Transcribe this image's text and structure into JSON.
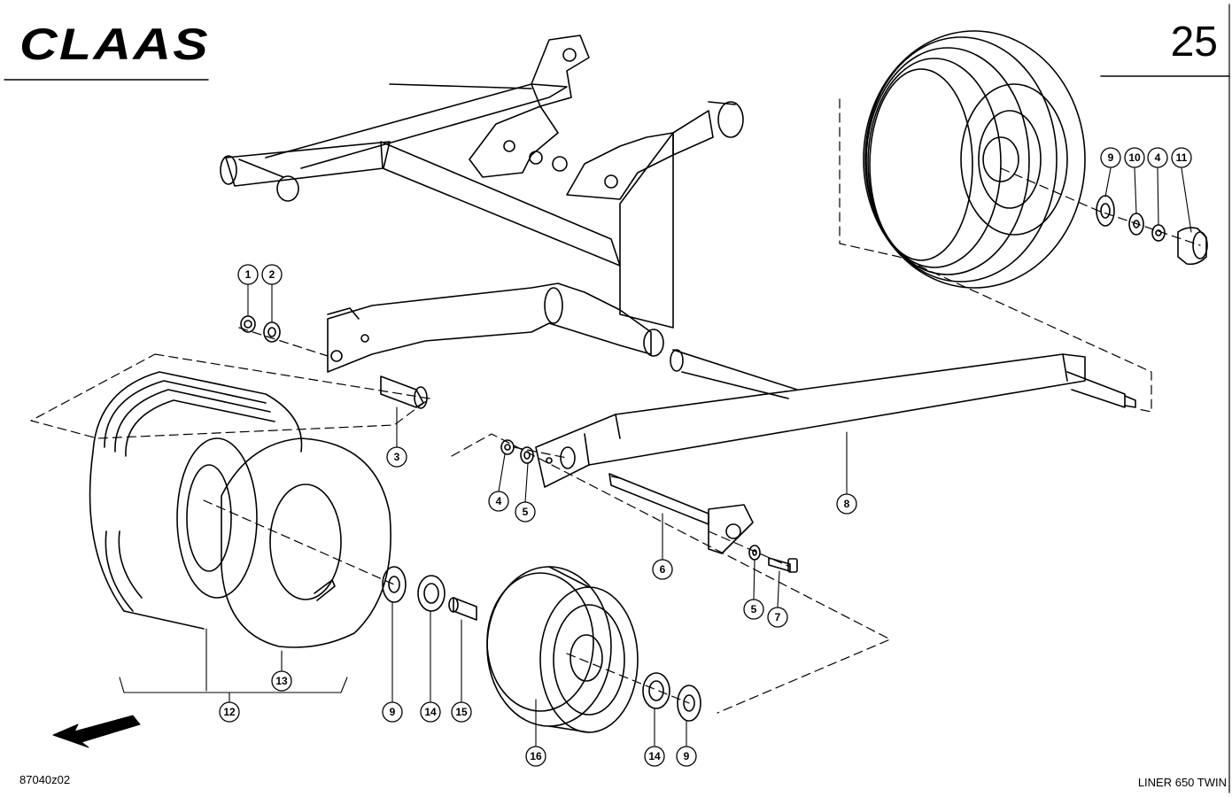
{
  "header": {
    "brand": "CLAAS",
    "page_number": "25"
  },
  "footer": {
    "drawing_code": "87040z02",
    "model": "LINER 650 TWIN"
  },
  "callouts": [
    "1",
    "2",
    "3",
    "4",
    "5",
    "6",
    "5",
    "7",
    "8",
    "9",
    "10",
    "4",
    "11",
    "9",
    "14",
    "15",
    "16",
    "14",
    "9",
    "12",
    "13"
  ]
}
